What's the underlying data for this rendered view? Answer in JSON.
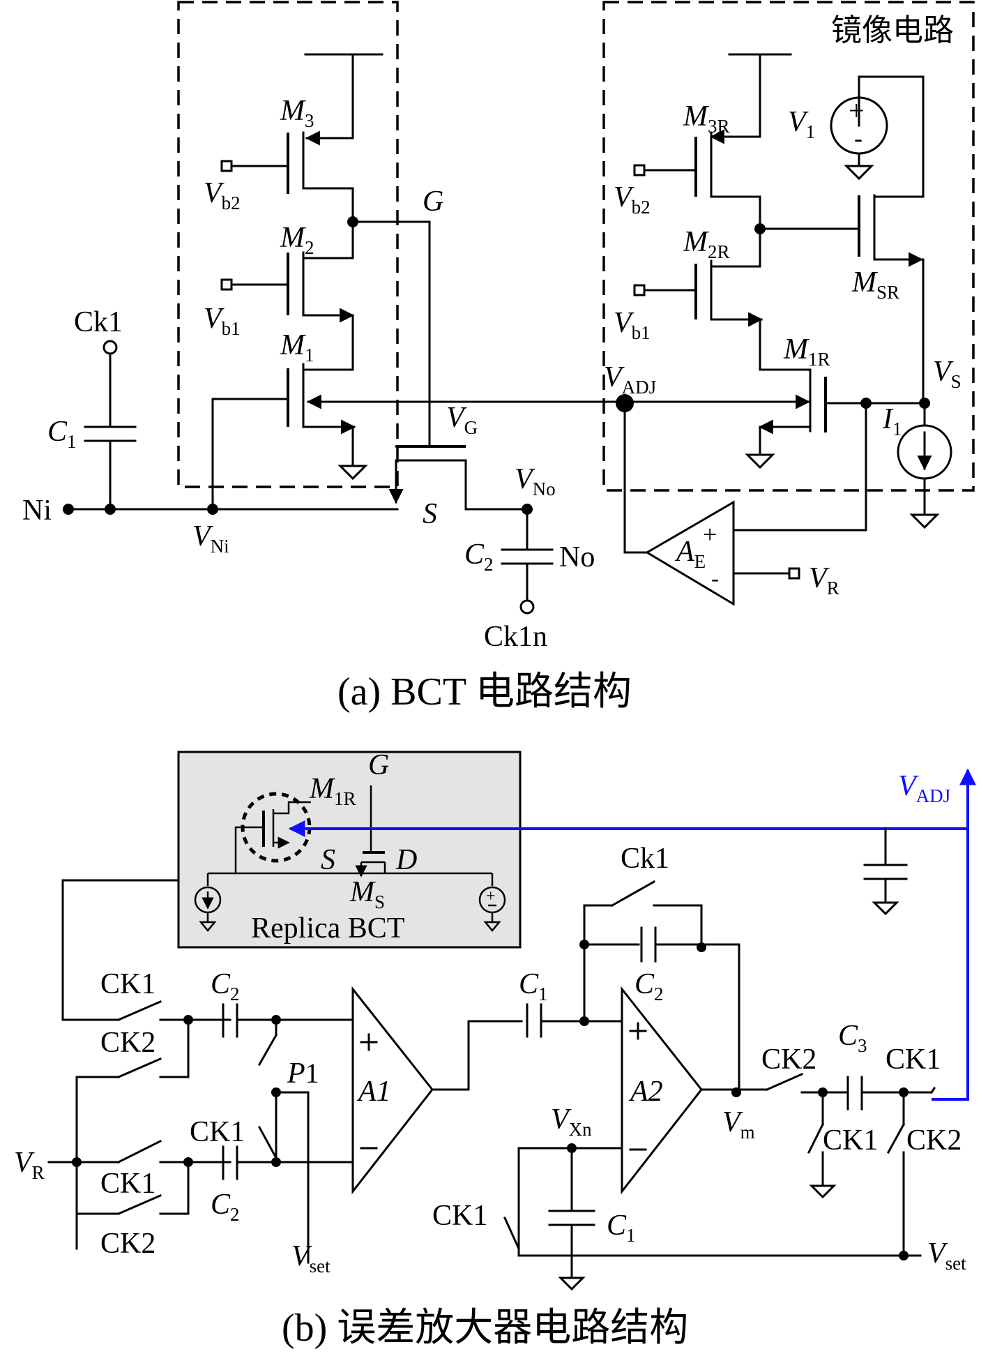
{
  "panel_a": {
    "caption": "(a) BCT 电路结构",
    "mirror_box_title": "镜像电路",
    "labels": {
      "M3": "M",
      "M3_sub": "3",
      "M2": "M",
      "M2_sub": "2",
      "M1": "M",
      "M1_sub": "1",
      "Vb2": "V",
      "Vb2_sub": "b2",
      "Vb1": "V",
      "Vb1_sub": "b1",
      "G": "G",
      "Ck1": "Ck1",
      "C1": "C",
      "C1_sub": "1",
      "Ni": "Ni",
      "VNi": "V",
      "VNi_sub": "Ni",
      "VG": "V",
      "VG_sub": "G",
      "S": "S",
      "VNo": "V",
      "VNo_sub": "No",
      "C2": "C",
      "C2_sub": "2",
      "No": "No",
      "Ck1n": "Ck1n",
      "M3R": "M",
      "M3R_sub": "3R",
      "M2R": "M",
      "M2R_sub": "2R",
      "M1R": "M",
      "M1R_sub": "1R",
      "MSR": "M",
      "MSR_sub": "SR",
      "Vb2R": "V",
      "Vb2R_sub": "b2",
      "Vb1R": "V",
      "Vb1R_sub": "b1",
      "V1": "V",
      "V1_sub": "1",
      "VADJ": "V",
      "VADJ_sub": "ADJ",
      "VS": "V",
      "VS_sub": "S",
      "I1": "I",
      "I1_sub": "1",
      "AE": "A",
      "AE_sub": "E",
      "VR": "V",
      "VR_sub": "R",
      "plus": "+",
      "minus": "-"
    }
  },
  "panel_b": {
    "caption": "(b) 误差放大器电路结构",
    "replica_title": "Replica BCT",
    "labels": {
      "G": "G",
      "M1R": "M",
      "M1R_sub": "1R",
      "S": "S",
      "D": "D",
      "MS": "M",
      "MS_sub": "S",
      "VADJ": "V",
      "VADJ_sub": "ADJ",
      "Ck1": "Ck1",
      "C2_fb": "C",
      "C2_fb_sub": "2",
      "CK1_a": "CK1",
      "CK2_a": "CK2",
      "C2_top": "C",
      "C2_top_sub": "2",
      "P1": "P",
      "P1_sub": "1",
      "A1": "A1",
      "C1_in": "C",
      "C1_in_sub": "1",
      "A2": "A2",
      "VXn": "V",
      "VXn_sub": "Xn",
      "Vm": "V",
      "Vm_sub": "m",
      "CK2_out": "CK2",
      "C3": "C",
      "C3_sub": "3",
      "CK1_out": "CK1",
      "CK1_gnd": "CK1",
      "CK2_vset": "CK2",
      "CK1_c": "CK1",
      "VR": "V",
      "VR_sub": "R",
      "CK1_b": "CK1",
      "C2_bot": "C",
      "C2_bot_sub": "2",
      "CK2_b": "CK2",
      "Vset_a1": "V",
      "Vset_a1_sub": "set",
      "CK1_xn": "CK1",
      "C1_xn": "C",
      "C1_xn_sub": "1",
      "Vset_out": "V",
      "Vset_out_sub": "set",
      "plus": "+",
      "minus": "−"
    }
  }
}
